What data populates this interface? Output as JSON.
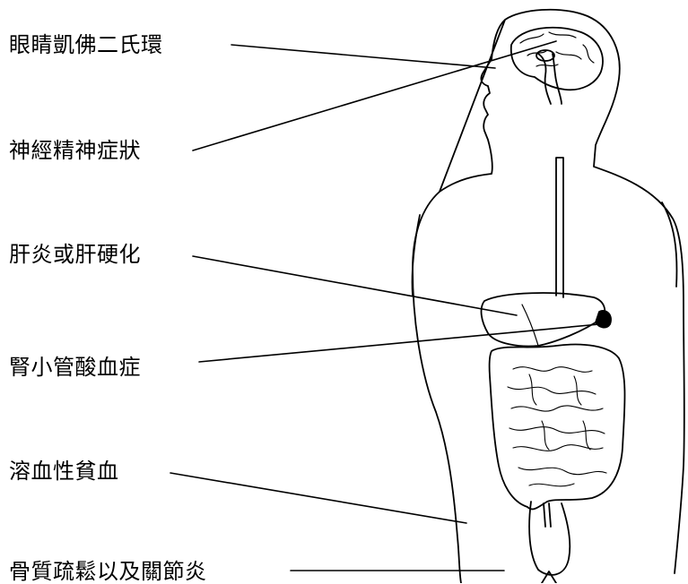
{
  "labels": [
    "眼睛凱佛二氏環",
    "神經精神症狀",
    "肝炎或肝硬化",
    "腎小管酸血症",
    "溶血性貧血",
    "骨質疏鬆以及關節炎"
  ]
}
